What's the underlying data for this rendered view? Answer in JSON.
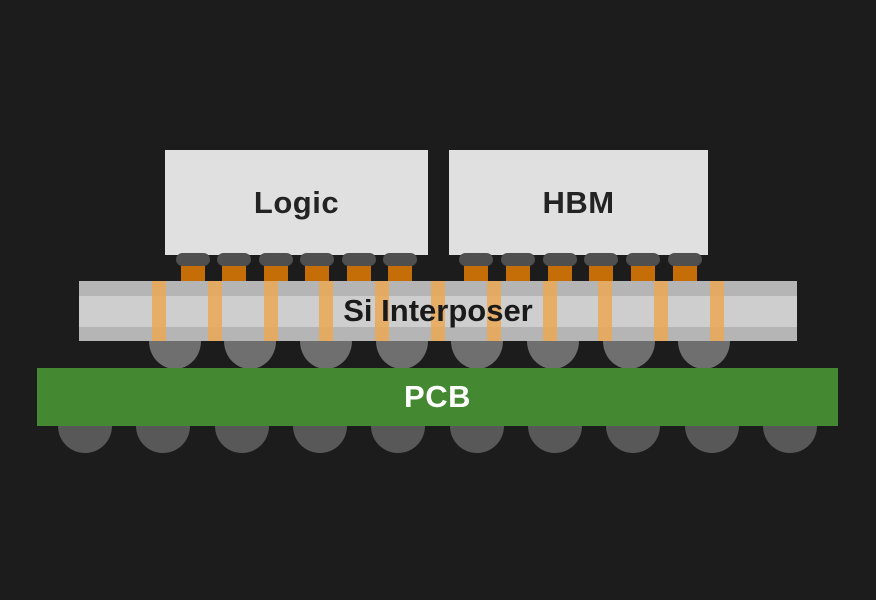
{
  "labels": {
    "logic_die": "Logic",
    "hbm_die": "HBM",
    "interposer": "Si Interposer",
    "pcb": "PCB"
  },
  "colors": {
    "background": "#1c1c1c",
    "die_fill": "#e0e0e0",
    "die_text": "#232323",
    "bump_cap": "#4f4f4f",
    "bump_pillar": "#c56e08",
    "interposer_body": "#cecece",
    "interposer_edge": "#b5b5b5",
    "interposer_text": "#1a1a1a",
    "tsv": "rgba(235,167,79,0.82)",
    "c4_bump": "#6f6f6f",
    "pcb_fill": "#448931",
    "pcb_text": "#ffffff",
    "bga_ball": "#585858"
  },
  "geometry": {
    "microbump_centers_logic": [
      192.5,
      234,
      275.5,
      317,
      358.5,
      400
    ],
    "microbump_centers_hbm": [
      476,
      517.8,
      559.6,
      601.4,
      643.2,
      685
    ],
    "tsv_centers": [
      159,
      214.8,
      270.6,
      326.4,
      382.2,
      438,
      493.8,
      549.6,
      605.4,
      661.2,
      717
    ],
    "c4_bump_centers": [
      174.5,
      250.2,
      325.8,
      401.5,
      477.2,
      552.8,
      628.5,
      704.2
    ],
    "bga_ball_centers": [
      85,
      163.3,
      241.7,
      320,
      398.3,
      476.7,
      555,
      633.3,
      711.7,
      790
    ]
  }
}
